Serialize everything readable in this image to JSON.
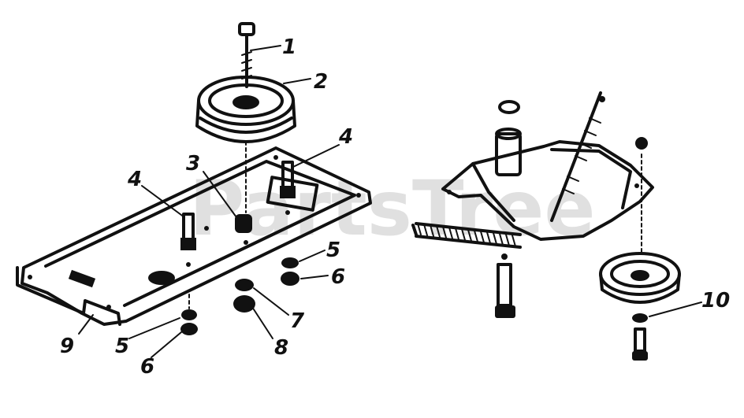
{
  "watermark": "PartsTree",
  "callouts": [
    "1",
    "2",
    "3",
    "4",
    "4",
    "5",
    "6",
    "5",
    "6",
    "7",
    "8",
    "9",
    "10"
  ]
}
